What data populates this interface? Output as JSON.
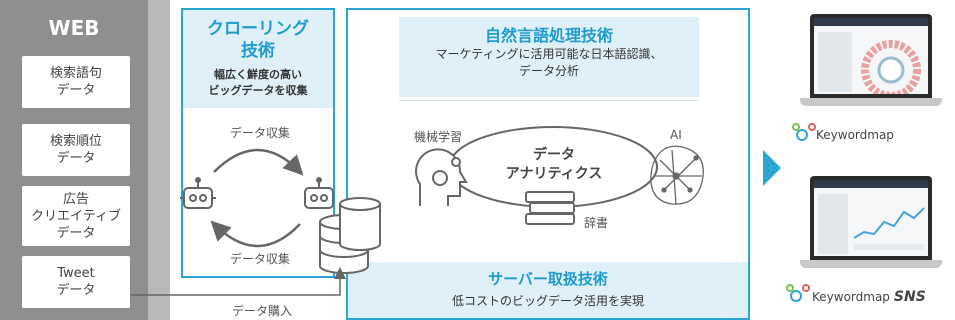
{
  "web": {
    "title": "WEB",
    "items": [
      "検索語句\nデータ",
      "検索順位\nデータ",
      "広告\nクリエイティブ\nデータ",
      "Tweet\nデータ"
    ]
  },
  "crawl": {
    "title": "クローリング\n技術",
    "subtitle": "幅広く鮮度の高い\nビッグデータを収集",
    "collect_top": "データ収集",
    "collect_bottom": "データ収集",
    "purchase": "データ購入"
  },
  "nlp": {
    "title": "自然言語処理技術",
    "subtitle": "マーケティングに活用可能な日本語認識、\nデータ分析",
    "center": "データ\nアナリティクス",
    "ml": "機械学習",
    "ai": "AI",
    "dict": "辞書"
  },
  "server": {
    "title": "サーバー取扱技術",
    "subtitle": "低コストのビッグデータ活用を実現"
  },
  "products": {
    "first": "Keywordmap",
    "second": "Keywordmap",
    "second_suffix": "SNS"
  },
  "colors": {
    "accent": "#2aa6d3",
    "panel": "#dff0f8",
    "web": "#8f8f8f"
  }
}
